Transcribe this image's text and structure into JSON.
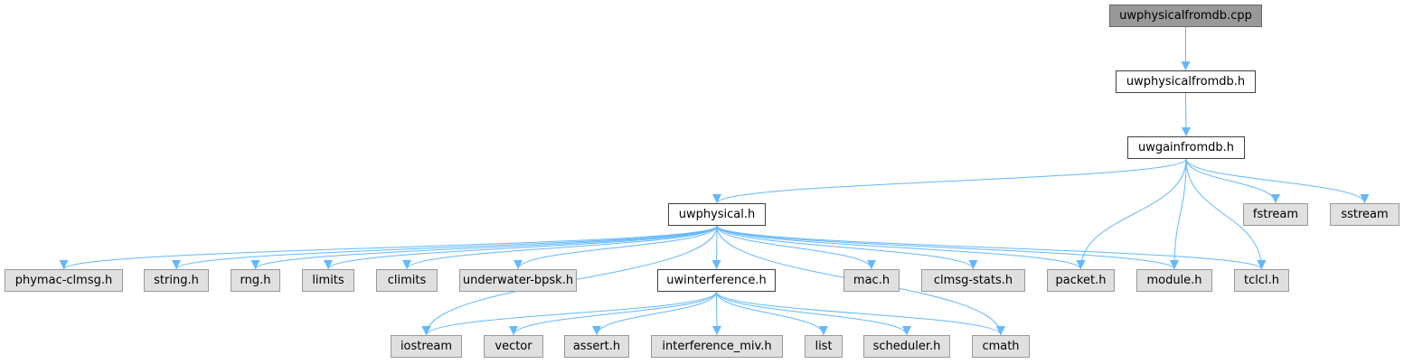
{
  "graph": {
    "root": "uwphysicalfromdb.cpp",
    "colors": {
      "edge": "#63b8ff",
      "root_fill": "#999999",
      "doc_fill": "#ffffff",
      "system_fill": "#e0e0e0"
    },
    "nodes": [
      {
        "id": "n0",
        "label": "uwphysicalfromdb.cpp",
        "style": "root"
      },
      {
        "id": "n1",
        "label": "uwphysicalfromdb.h",
        "style": "white"
      },
      {
        "id": "n2",
        "label": "uwgainfromdb.h",
        "style": "white"
      },
      {
        "id": "n3",
        "label": "uwphysical.h",
        "style": "white"
      },
      {
        "id": "n4",
        "label": "fstream",
        "style": "gray"
      },
      {
        "id": "n5",
        "label": "sstream",
        "style": "gray"
      },
      {
        "id": "n6",
        "label": "phymac-clmsg.h",
        "style": "gray"
      },
      {
        "id": "n7",
        "label": "string.h",
        "style": "gray"
      },
      {
        "id": "n8",
        "label": "rng.h",
        "style": "gray"
      },
      {
        "id": "n9",
        "label": "limits",
        "style": "gray"
      },
      {
        "id": "n10",
        "label": "climits",
        "style": "gray"
      },
      {
        "id": "n11",
        "label": "underwater-bpsk.h",
        "style": "gray"
      },
      {
        "id": "n12",
        "label": "uwinterference.h",
        "style": "white"
      },
      {
        "id": "n13",
        "label": "mac.h",
        "style": "gray"
      },
      {
        "id": "n14",
        "label": "clmsg-stats.h",
        "style": "gray"
      },
      {
        "id": "n15",
        "label": "packet.h",
        "style": "gray"
      },
      {
        "id": "n16",
        "label": "module.h",
        "style": "gray"
      },
      {
        "id": "n17",
        "label": "tclcl.h",
        "style": "gray"
      },
      {
        "id": "n18",
        "label": "iostream",
        "style": "gray"
      },
      {
        "id": "n19",
        "label": "vector",
        "style": "gray"
      },
      {
        "id": "n20",
        "label": "assert.h",
        "style": "gray"
      },
      {
        "id": "n21",
        "label": "interference_miv.h",
        "style": "gray"
      },
      {
        "id": "n22",
        "label": "list",
        "style": "gray"
      },
      {
        "id": "n23",
        "label": "scheduler.h",
        "style": "gray"
      },
      {
        "id": "n24",
        "label": "cmath",
        "style": "gray"
      }
    ],
    "edges": [
      [
        "n0",
        "n1"
      ],
      [
        "n1",
        "n2"
      ],
      [
        "n2",
        "n3"
      ],
      [
        "n2",
        "n15"
      ],
      [
        "n2",
        "n16"
      ],
      [
        "n2",
        "n17"
      ],
      [
        "n2",
        "n4"
      ],
      [
        "n2",
        "n5"
      ],
      [
        "n3",
        "n6"
      ],
      [
        "n3",
        "n7"
      ],
      [
        "n3",
        "n8"
      ],
      [
        "n3",
        "n9"
      ],
      [
        "n3",
        "n10"
      ],
      [
        "n3",
        "n11"
      ],
      [
        "n3",
        "n12"
      ],
      [
        "n3",
        "n18"
      ],
      [
        "n3",
        "n24"
      ],
      [
        "n3",
        "n13"
      ],
      [
        "n3",
        "n14"
      ],
      [
        "n3",
        "n15"
      ],
      [
        "n3",
        "n16"
      ],
      [
        "n3",
        "n17"
      ],
      [
        "n12",
        "n18"
      ],
      [
        "n12",
        "n19"
      ],
      [
        "n12",
        "n20"
      ],
      [
        "n12",
        "n21"
      ],
      [
        "n12",
        "n22"
      ],
      [
        "n12",
        "n23"
      ],
      [
        "n12",
        "n24"
      ]
    ]
  }
}
